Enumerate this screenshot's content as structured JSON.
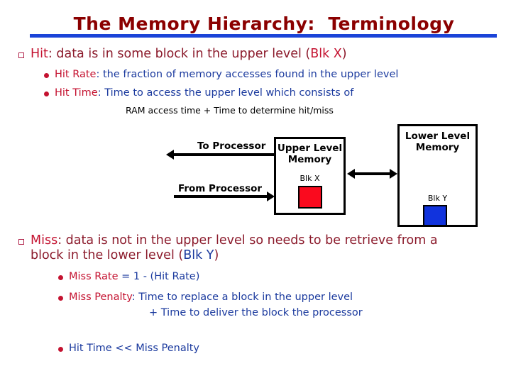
{
  "slide": {
    "title": "The Memory Hierarchy:  Terminology",
    "title_color": "#8B0000",
    "rule_color": "#1B44D8"
  },
  "bullets": {
    "hit": {
      "marker": "square-bullet",
      "lead": "Hit",
      "lead_sep": ": ",
      "body": "data is in some block in the upper level (",
      "highlight": "Blk X",
      "tail": ")"
    },
    "hit_rate": {
      "marker": "dot-bullet",
      "lead": "Hit Rate",
      "lead_sep": ": ",
      "body": "the fraction of memory accesses found in the upper level"
    },
    "hit_time": {
      "marker": "dot-bullet",
      "lead": "Hit Time",
      "lead_sep": ": ",
      "body": "Time to access the upper level which consists of"
    },
    "ram_note": "RAM access time + Time to determine hit/miss",
    "miss": {
      "marker": "square-bullet",
      "lead": "Miss",
      "lead_sep": ": ",
      "body": "data is not in the upper level so needs to be retrieve from a",
      "line2_body": "block in the lower level (",
      "line2_highlight": "Blk Y",
      "line2_tail": ")"
    },
    "miss_rate": {
      "marker": "dot-bullet",
      "lead": "Miss Rate",
      "lead_sep": " ",
      "body": "= 1 - (Hit Rate)"
    },
    "miss_penalty": {
      "marker": "dot-bullet",
      "lead": "Miss Penalty",
      "lead_sep": ": ",
      "body": "Time to replace a block in the upper level",
      "continuation": "+ Time to deliver the block the processor"
    },
    "hit_vs_miss": {
      "marker": "dot-bullet",
      "text": "Hit Time << Miss Penalty"
    }
  },
  "diagram": {
    "upper_box": {
      "label_line1": "Upper Level",
      "label_line2": "Memory",
      "blk_label": "Blk X",
      "blk_color": "#FA0A1E"
    },
    "lower_box": {
      "label_line1": "Lower Level",
      "label_line2": "Memory",
      "blk_label": "Blk Y",
      "blk_color": "#1133DD"
    },
    "arrows": {
      "to_processor": "To Processor",
      "from_processor": "From Processor",
      "between_boxes": "bidirectional"
    }
  }
}
